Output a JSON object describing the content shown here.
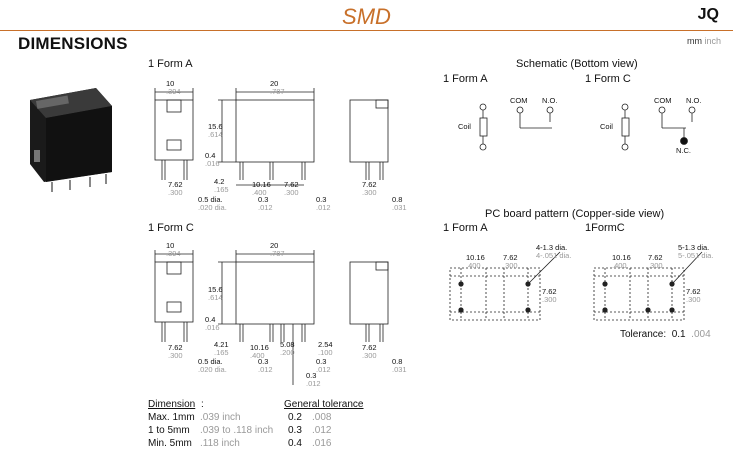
{
  "header": {
    "series": "SMD",
    "product": "JQ",
    "section": "DIMENSIONS",
    "units_mm": "mm",
    "units_inch": "inch"
  },
  "dims": {
    "form_a_label": "1 Form A",
    "form_c_label": "1 Form C",
    "w10": "10",
    "w10i": ".394",
    "w20": "20",
    "w20i": ".787",
    "h156": "15.6",
    "h156i": ".614",
    "h04": "0.4",
    "h04i": ".016",
    "h42": "4.2",
    "h42i": ".165",
    "h421": "4.21",
    "p762": "7.62",
    "p762i": ".300",
    "p1016": "10.16",
    "p1016i": ".400",
    "d05": "0.5 dia.",
    "d05i": ".020 dia.",
    "t03": "0.3",
    "t03i": ".012",
    "t08": "0.8",
    "t08i": ".031",
    "p508": "5.08",
    "p508i": ".200",
    "p254": "2.54",
    "p254i": ".100"
  },
  "schematic": {
    "title": "Schematic (Bottom view)",
    "form_a": "1 Form A",
    "form_c": "1 Form C",
    "coil": "Coil",
    "com": "COM",
    "no": "N.O.",
    "nc": "N.C."
  },
  "pcb": {
    "title": "PC board pattern (Copper-side view)",
    "form_a": "1 Form A",
    "form_c": "1FormC",
    "a_dia": "4-1.3 dia.",
    "a_dia_i": "4-.051 dia.",
    "c_dia": "5-1.3 dia.",
    "c_dia_i": "5-.051 dia.",
    "p1016": "10.16",
    "p1016i": ".400",
    "p762": "7.62",
    "p762i": ".300",
    "tolerance_label": "Tolerance:",
    "tolerance_mm": "0.1",
    "tolerance_inch": ".004"
  },
  "tolerance_table": {
    "col1": "Dimension",
    "col1_suffix": " :",
    "col2": "General tolerance",
    "rows": [
      {
        "mm": "Max. 1mm",
        "inch": ".039 inch",
        "tol": "0.2",
        "tol_inch": ".008"
      },
      {
        "mm": "1 to 5mm",
        "inch": ".039 to .118 inch",
        "tol": "0.3",
        "tol_inch": ".012"
      },
      {
        "mm": "Min. 5mm",
        "inch": ".118 inch",
        "tol": "0.4",
        "tol_inch": ".016"
      }
    ]
  }
}
